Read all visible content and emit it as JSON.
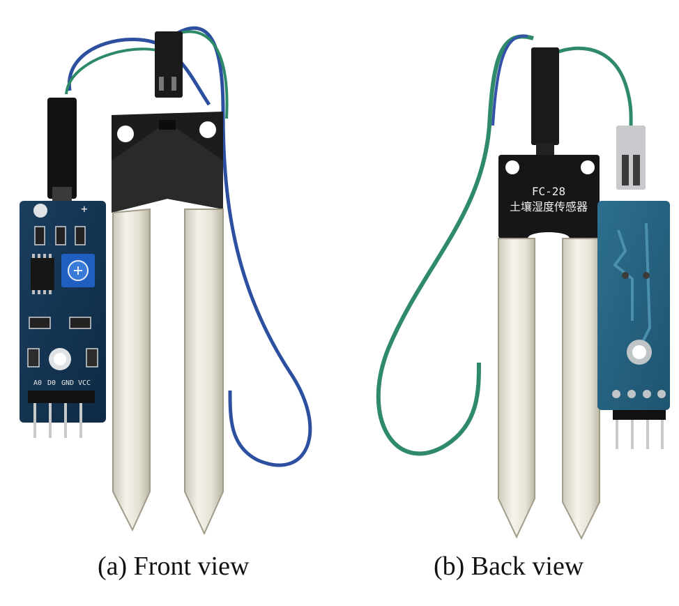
{
  "figure": {
    "panels": [
      {
        "caption": "(a) Front view",
        "module_pin_labels": [
          "A0",
          "D0",
          "GND",
          "VCC"
        ],
        "module_polarity_labels": [
          "-",
          "+"
        ]
      },
      {
        "caption": "(b) Back view",
        "probe_model": "FC-28",
        "probe_chinese_label": "土壤湿度传感器"
      }
    ]
  }
}
